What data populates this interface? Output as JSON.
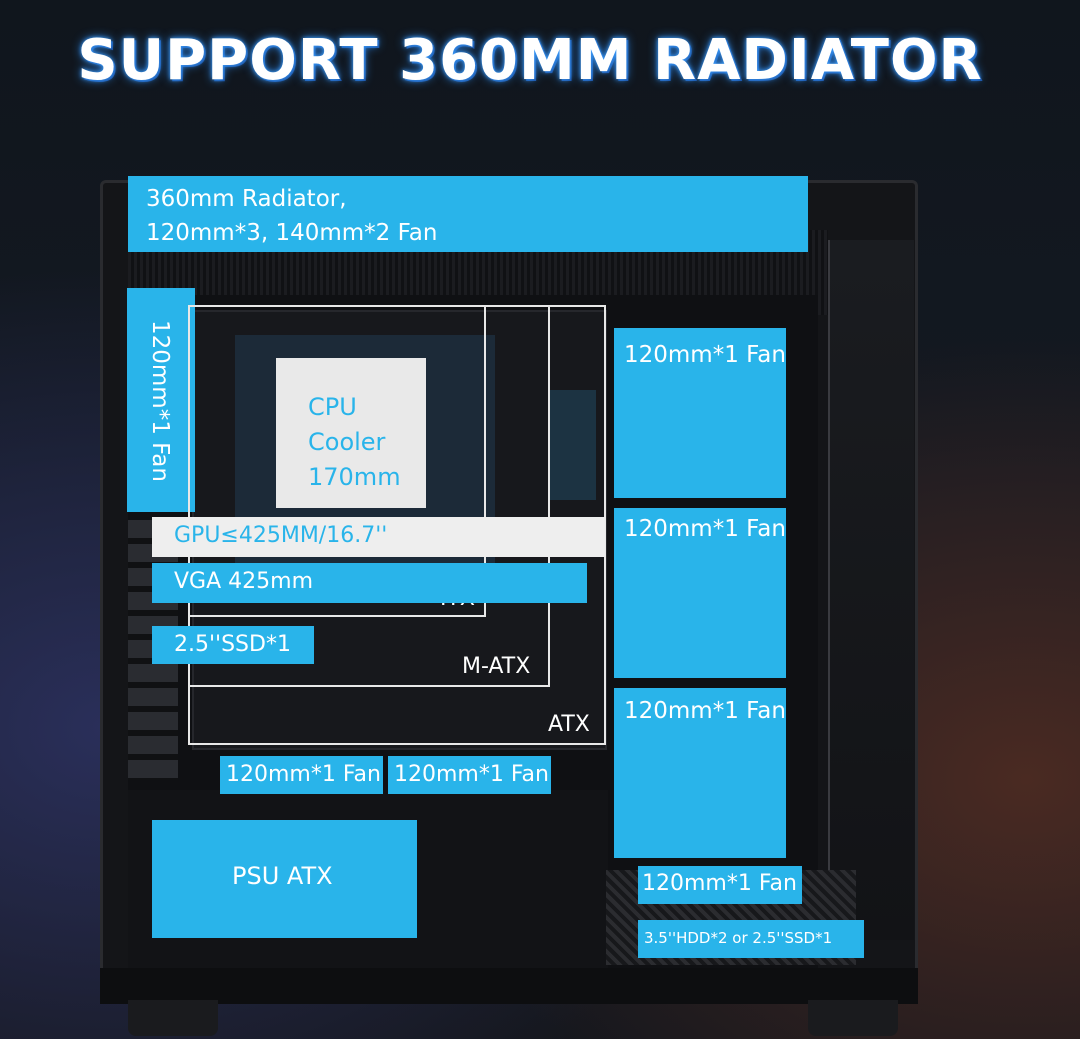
{
  "title": "SUPPORT 360MM RADIATOR",
  "labels": {
    "top_radiator_line1": "360mm Radiator,",
    "top_radiator_line2": "120mm*3, 140mm*2 Fan",
    "rear_fan": "120mm*1 Fan",
    "cpu_cooler_line1": "CPU",
    "cpu_cooler_line2": "Cooler",
    "cpu_cooler_line3": "170mm",
    "gpu": "GPU≤425MM/16.7''",
    "vga": "VGA 425mm",
    "ssd": "2.5''SSD*1",
    "itx": "ITX",
    "matx": "M-ATX",
    "atx": "ATX",
    "side_fan_1": "120mm*1 Fan",
    "side_fan_2": "120mm*1 Fan",
    "side_fan_3": "120mm*1 Fan",
    "bottom_fan_1": "120mm*1 Fan",
    "bottom_fan_2": "120mm*1 Fan",
    "psu": "PSU ATX",
    "hdd_fan": "120mm*1 Fan",
    "hdd": "3.5''HDD*2 or 2.5''SSD*1"
  },
  "colors": {
    "label_blue": "#29b4ea",
    "label_light": "#eeeeee",
    "title_glow": "#2a7bd8"
  }
}
